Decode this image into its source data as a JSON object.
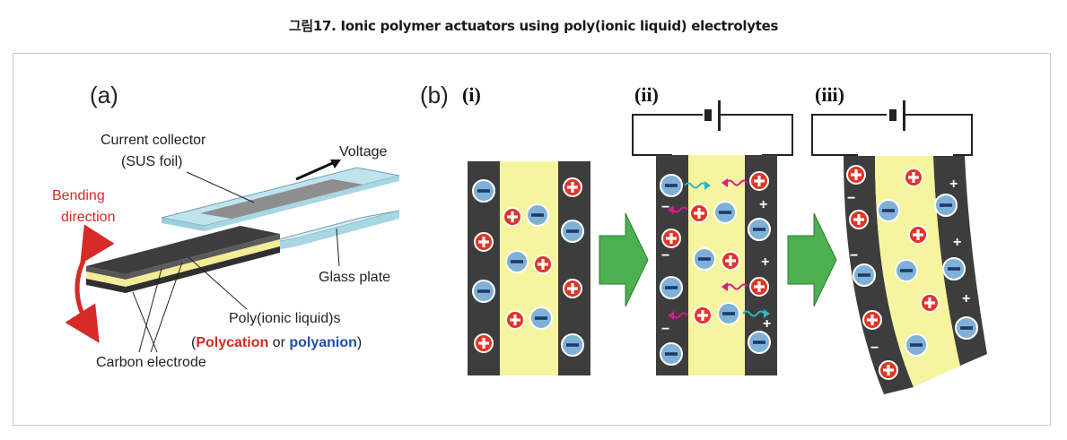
{
  "caption": "그림17. Ionic polymer actuators using poly(ionic liquid) electrolytes",
  "panel_a": {
    "label": "(a)",
    "current_collector": "Current collector",
    "sus_foil": "(SUS foil)",
    "voltage": "Voltage",
    "bending_line1": "Bending",
    "bending_line2": "direction",
    "glass_plate": "Glass plate",
    "poly_ionic": "Poly(ionic liquid)s",
    "paren_open": "(",
    "polycation": "Polycation",
    "or": " or ",
    "polyanion": "polyanion",
    "paren_close": ")",
    "carbon_electrode": "Carbon electrode"
  },
  "panel_b": {
    "label": "(b)",
    "stage_i": "(i)",
    "stage_ii": "(ii)",
    "stage_iii": "(iii)",
    "plus": "+",
    "minus": "−"
  },
  "colors": {
    "electrode": "#3d3d3d",
    "electrolyte": "#f7f4a0",
    "cation": "#e03526",
    "anion": "#7fb1d6",
    "arrow": "#4caf50",
    "bending": "#d52a25",
    "polyanion": "#1f4fa8",
    "glass": "#bfe4ee"
  }
}
